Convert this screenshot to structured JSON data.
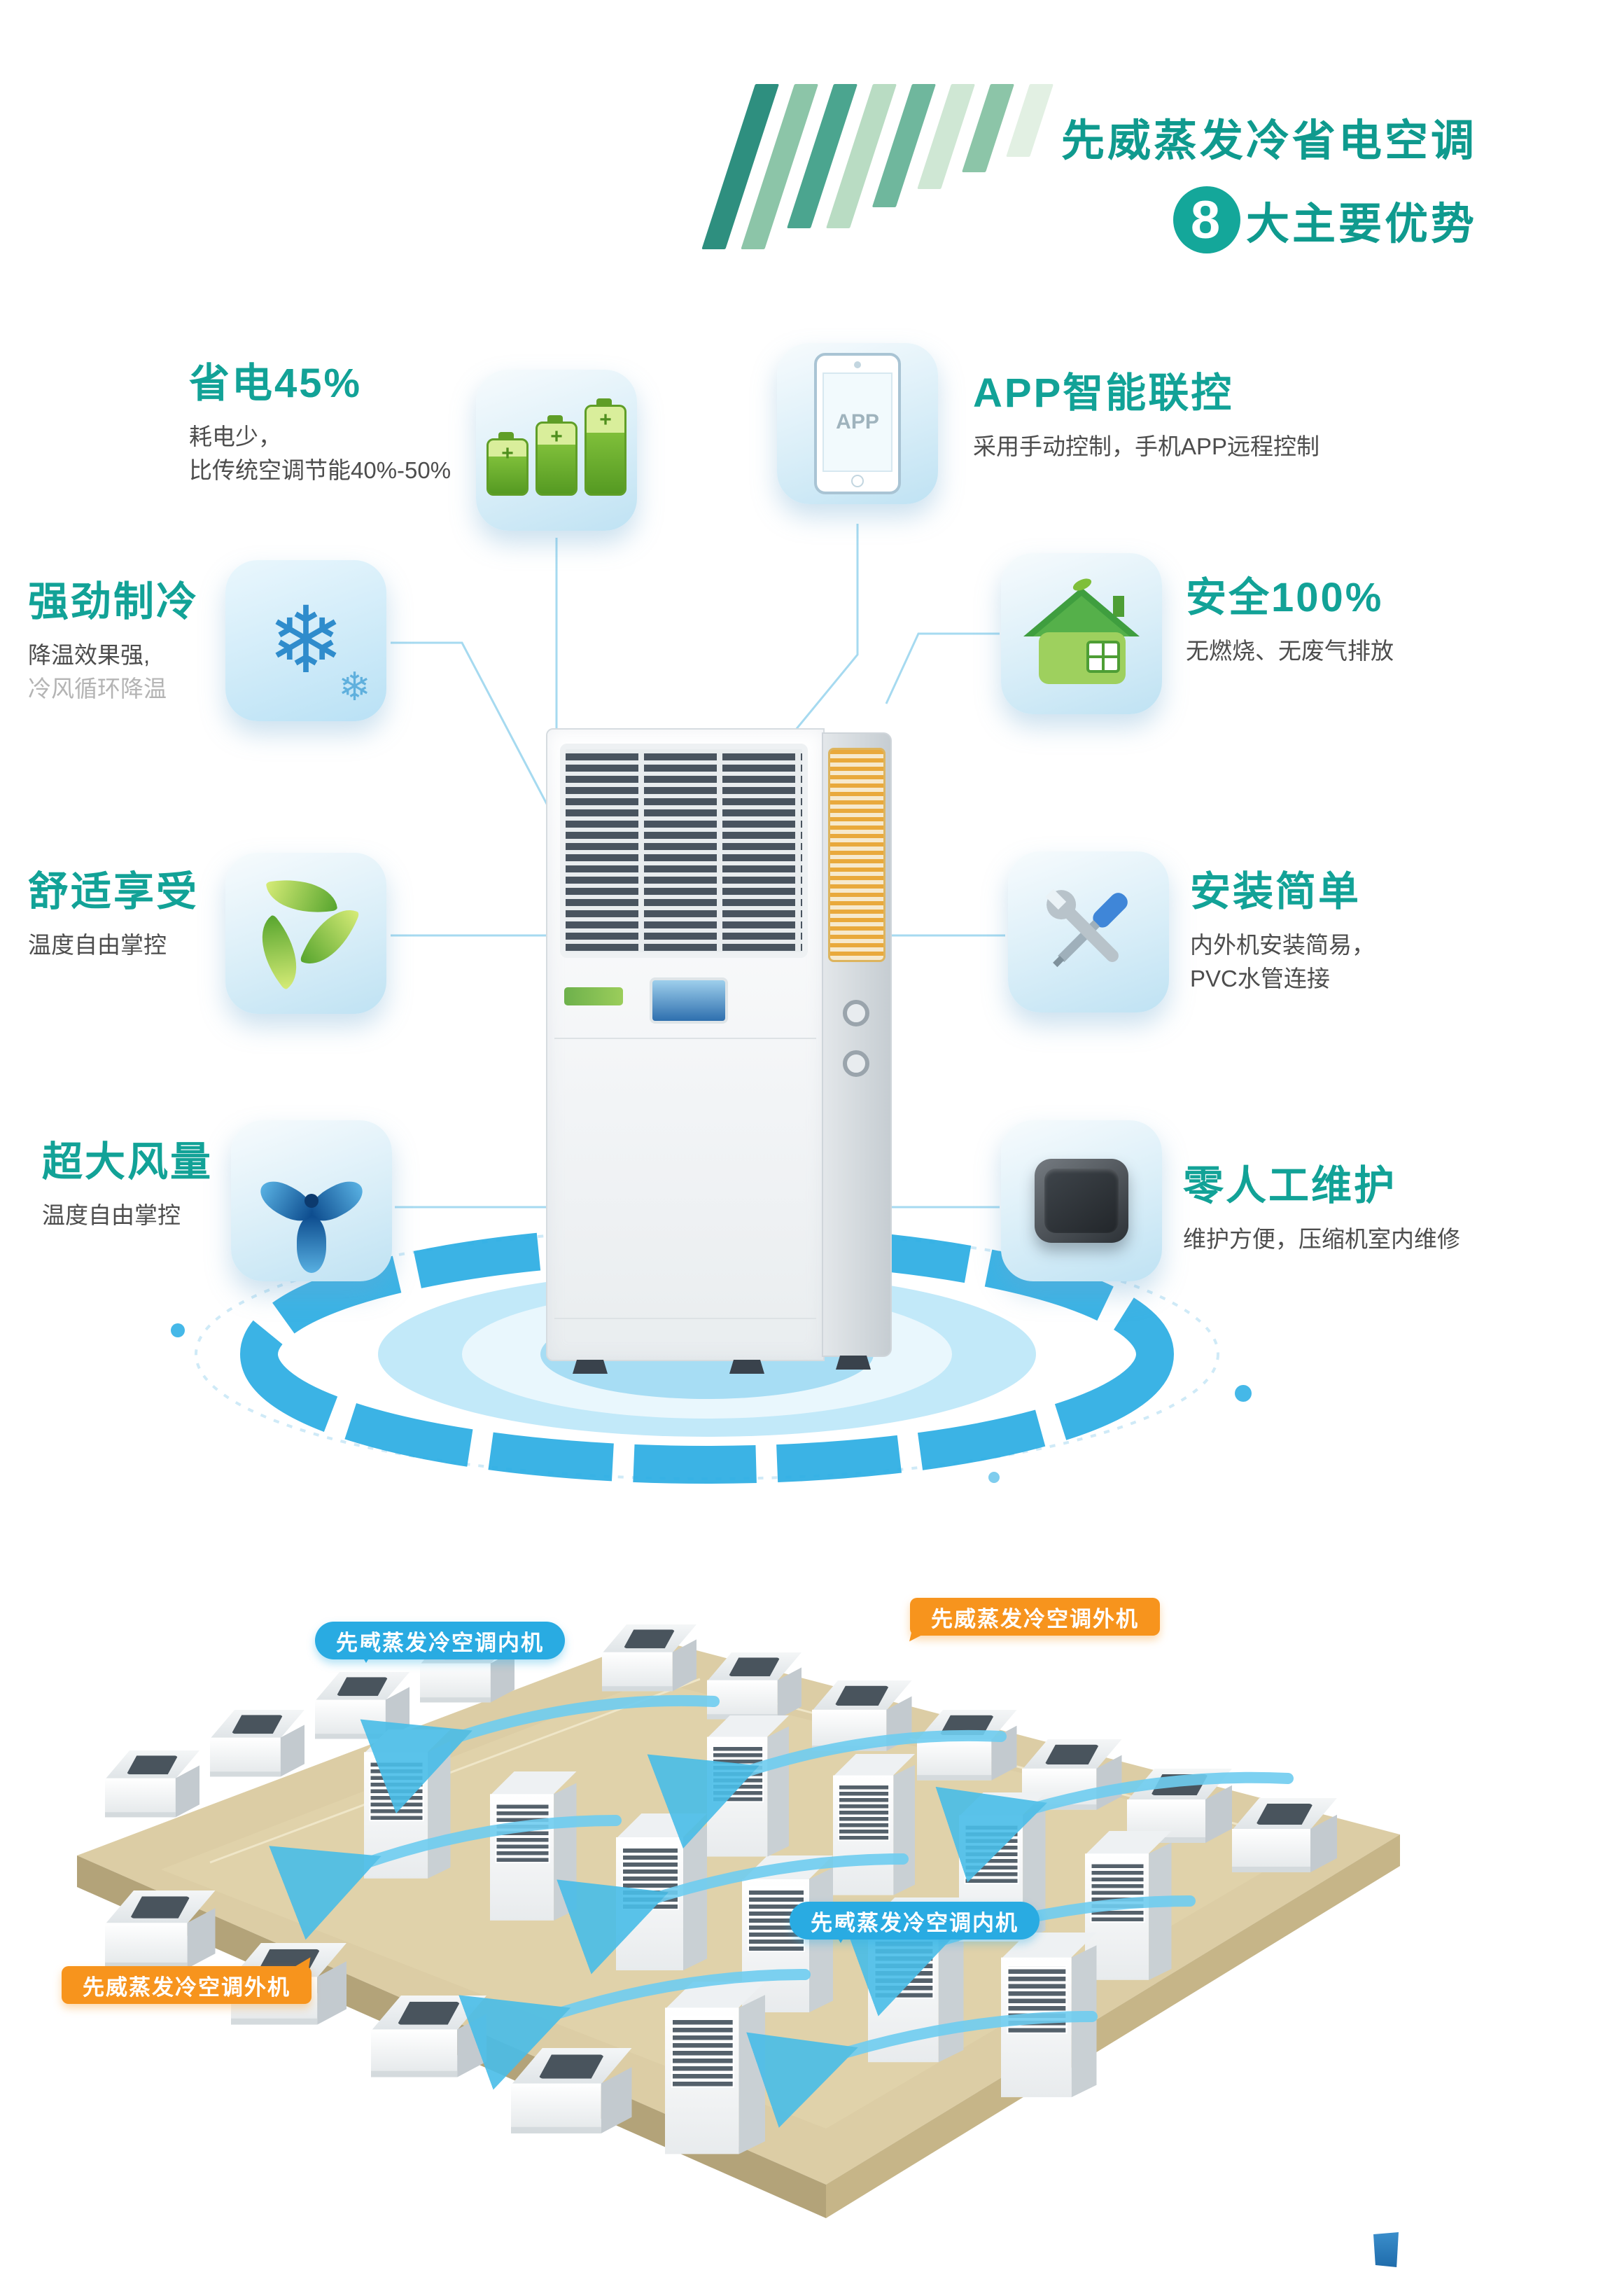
{
  "header": {
    "line1": "先威蒸发冷省电空调",
    "number": "8",
    "line2": "大主要优势"
  },
  "features": {
    "left": [
      {
        "title": "省电45%",
        "desc1": "耗电少，",
        "desc2": "比传统空调节能40%-50%",
        "icon": "battery-icon"
      },
      {
        "title": "强劲制冷",
        "desc1": "降温效果强,",
        "desc2": "冷风循环降温",
        "icon": "snowflake-icon"
      },
      {
        "title": "舒适享受",
        "desc1": "温度自由掌控",
        "desc2": "",
        "icon": "leaves-icon"
      },
      {
        "title": "超大风量",
        "desc1": "温度自由掌控",
        "desc2": "",
        "icon": "fan-icon"
      }
    ],
    "right": [
      {
        "title": "APP智能联控",
        "desc1": "采用手动控制，手机APP远程控制",
        "desc2": "",
        "icon": "phone-icon",
        "screen_label": "APP"
      },
      {
        "title": "安全100%",
        "desc1": "无燃烧、无废气排放",
        "desc2": "",
        "icon": "house-icon"
      },
      {
        "title": "安装简单",
        "desc1": "内外机安装简易，",
        "desc2": "PVC水管连接",
        "icon": "tools-icon"
      },
      {
        "title": "零人工维护",
        "desc1": "维护方便，压缩机室内维修",
        "desc2": "",
        "icon": "compressor-icon"
      }
    ]
  },
  "diagram": {
    "labels": {
      "indoor1": "先威蒸发冷空调内机",
      "outdoor1": "先威蒸发冷空调外机",
      "indoor2": "先威蒸发冷空调内机",
      "outdoor2": "先威蒸发冷空调外机"
    }
  },
  "colors": {
    "accent_teal": "#12a297",
    "accent_blue": "#29abe2",
    "accent_orange": "#f7941d"
  }
}
